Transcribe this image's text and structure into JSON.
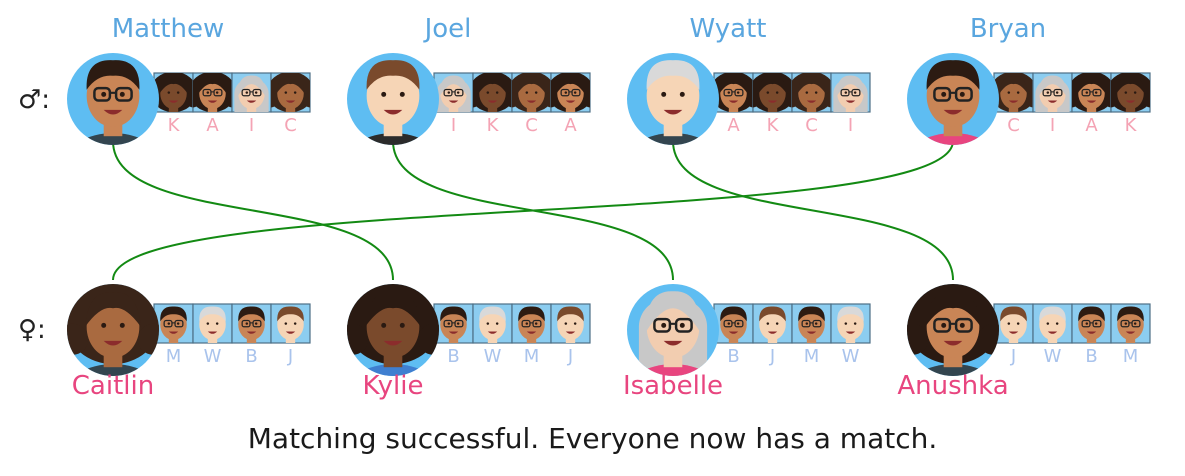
{
  "colors": {
    "man_name": "#5aa6df",
    "woman_name": "#e8457f",
    "man_pref_letter": "#f4a3b4",
    "woman_pref_letter": "#a9c3ec",
    "match_line": "#138a13",
    "avatar_bg": "#5ebdf2",
    "thumb_bg": "#8ccdf0",
    "thumb_border": "#4c6f85"
  },
  "gender_labels": {
    "men": "♂:",
    "women": "♀:"
  },
  "men": [
    {
      "name": "Matthew",
      "avatar": {
        "skin": "#c98556",
        "hair": "#2c1b12",
        "shirt": "#33454f",
        "glasses": true,
        "hair_style": "short"
      },
      "preferences": [
        {
          "letter": "K",
          "skin": "#7a4a2c",
          "hair": "#2a1a12",
          "shirt": "#3f7fd0",
          "glasses": false,
          "hair_style": "curly"
        },
        {
          "letter": "A",
          "skin": "#c98556",
          "hair": "#2a1a12",
          "shirt": "#33454f",
          "glasses": true,
          "hair_style": "curly"
        },
        {
          "letter": "I",
          "skin": "#f2cdb0",
          "hair": "#c8c8c8",
          "shirt": "#e8457f",
          "glasses": true,
          "hair_style": "long"
        },
        {
          "letter": "C",
          "skin": "#a96a40",
          "hair": "#3a2519",
          "shirt": "#33454f",
          "glasses": false,
          "hair_style": "curly"
        }
      ]
    },
    {
      "name": "Joel",
      "avatar": {
        "skin": "#f6d5b6",
        "hair": "#7a4a2c",
        "shirt": "#2b2b2b",
        "glasses": false,
        "hair_style": "short"
      },
      "preferences": [
        {
          "letter": "I",
          "skin": "#f2cdb0",
          "hair": "#c8c8c8",
          "shirt": "#e8457f",
          "glasses": true,
          "hair_style": "long"
        },
        {
          "letter": "K",
          "skin": "#7a4a2c",
          "hair": "#2a1a12",
          "shirt": "#3f7fd0",
          "glasses": false,
          "hair_style": "curly"
        },
        {
          "letter": "C",
          "skin": "#a96a40",
          "hair": "#3a2519",
          "shirt": "#33454f",
          "glasses": false,
          "hair_style": "curly"
        },
        {
          "letter": "A",
          "skin": "#c98556",
          "hair": "#2a1a12",
          "shirt": "#33454f",
          "glasses": true,
          "hair_style": "curly"
        }
      ]
    },
    {
      "name": "Wyatt",
      "avatar": {
        "skin": "#f6d5b6",
        "hair": "#d9d9d9",
        "shirt": "#33454f",
        "glasses": false,
        "hair_style": "short"
      },
      "preferences": [
        {
          "letter": "A",
          "skin": "#c98556",
          "hair": "#2a1a12",
          "shirt": "#33454f",
          "glasses": true,
          "hair_style": "curly"
        },
        {
          "letter": "K",
          "skin": "#7a4a2c",
          "hair": "#2a1a12",
          "shirt": "#3f7fd0",
          "glasses": false,
          "hair_style": "curly"
        },
        {
          "letter": "C",
          "skin": "#a96a40",
          "hair": "#3a2519",
          "shirt": "#33454f",
          "glasses": false,
          "hair_style": "curly"
        },
        {
          "letter": "I",
          "skin": "#f2cdb0",
          "hair": "#c8c8c8",
          "shirt": "#e8457f",
          "glasses": true,
          "hair_style": "long"
        }
      ]
    },
    {
      "name": "Bryan",
      "avatar": {
        "skin": "#c98556",
        "hair": "#2c1b12",
        "shirt": "#e8457f",
        "glasses": true,
        "hair_style": "short"
      },
      "preferences": [
        {
          "letter": "C",
          "skin": "#a96a40",
          "hair": "#3a2519",
          "shirt": "#33454f",
          "glasses": false,
          "hair_style": "curly"
        },
        {
          "letter": "I",
          "skin": "#f2cdb0",
          "hair": "#c8c8c8",
          "shirt": "#e8457f",
          "glasses": true,
          "hair_style": "long"
        },
        {
          "letter": "A",
          "skin": "#c98556",
          "hair": "#2a1a12",
          "shirt": "#33454f",
          "glasses": true,
          "hair_style": "curly"
        },
        {
          "letter": "K",
          "skin": "#7a4a2c",
          "hair": "#2a1a12",
          "shirt": "#3f7fd0",
          "glasses": false,
          "hair_style": "curly"
        }
      ]
    }
  ],
  "women": [
    {
      "name": "Caitlin",
      "avatar": {
        "skin": "#a96a40",
        "hair": "#3a2519",
        "shirt": "#33454f",
        "glasses": false,
        "hair_style": "curly"
      },
      "preferences": [
        {
          "letter": "M",
          "skin": "#c98556",
          "hair": "#2c1b12",
          "shirt": "#33454f",
          "glasses": true,
          "hair_style": "short"
        },
        {
          "letter": "W",
          "skin": "#f6d5b6",
          "hair": "#d9d9d9",
          "shirt": "#33454f",
          "glasses": false,
          "hair_style": "short"
        },
        {
          "letter": "B",
          "skin": "#c98556",
          "hair": "#2c1b12",
          "shirt": "#e8457f",
          "glasses": true,
          "hair_style": "short"
        },
        {
          "letter": "J",
          "skin": "#f6d5b6",
          "hair": "#7a4a2c",
          "shirt": "#2b2b2b",
          "glasses": false,
          "hair_style": "short"
        }
      ]
    },
    {
      "name": "Kylie",
      "avatar": {
        "skin": "#7a4a2c",
        "hair": "#2a1a12",
        "shirt": "#3f7fd0",
        "glasses": false,
        "hair_style": "curly"
      },
      "preferences": [
        {
          "letter": "B",
          "skin": "#c98556",
          "hair": "#2c1b12",
          "shirt": "#e8457f",
          "glasses": true,
          "hair_style": "short"
        },
        {
          "letter": "W",
          "skin": "#f6d5b6",
          "hair": "#d9d9d9",
          "shirt": "#33454f",
          "glasses": false,
          "hair_style": "short"
        },
        {
          "letter": "M",
          "skin": "#c98556",
          "hair": "#2c1b12",
          "shirt": "#33454f",
          "glasses": true,
          "hair_style": "short"
        },
        {
          "letter": "J",
          "skin": "#f6d5b6",
          "hair": "#7a4a2c",
          "shirt": "#2b2b2b",
          "glasses": false,
          "hair_style": "short"
        }
      ]
    },
    {
      "name": "Isabelle",
      "avatar": {
        "skin": "#f2cdb0",
        "hair": "#c8c8c8",
        "shirt": "#e8457f",
        "glasses": true,
        "hair_style": "long"
      },
      "preferences": [
        {
          "letter": "B",
          "skin": "#c98556",
          "hair": "#2c1b12",
          "shirt": "#e8457f",
          "glasses": true,
          "hair_style": "short"
        },
        {
          "letter": "J",
          "skin": "#f6d5b6",
          "hair": "#7a4a2c",
          "shirt": "#2b2b2b",
          "glasses": false,
          "hair_style": "short"
        },
        {
          "letter": "M",
          "skin": "#c98556",
          "hair": "#2c1b12",
          "shirt": "#33454f",
          "glasses": true,
          "hair_style": "short"
        },
        {
          "letter": "W",
          "skin": "#f6d5b6",
          "hair": "#d9d9d9",
          "shirt": "#33454f",
          "glasses": false,
          "hair_style": "short"
        }
      ]
    },
    {
      "name": "Anushka",
      "avatar": {
        "skin": "#c98556",
        "hair": "#2a1a12",
        "shirt": "#33454f",
        "glasses": true,
        "hair_style": "curly"
      },
      "preferences": [
        {
          "letter": "J",
          "skin": "#f6d5b6",
          "hair": "#7a4a2c",
          "shirt": "#2b2b2b",
          "glasses": false,
          "hair_style": "short"
        },
        {
          "letter": "W",
          "skin": "#f6d5b6",
          "hair": "#d9d9d9",
          "shirt": "#33454f",
          "glasses": false,
          "hair_style": "short"
        },
        {
          "letter": "B",
          "skin": "#c98556",
          "hair": "#2c1b12",
          "shirt": "#e8457f",
          "glasses": true,
          "hair_style": "short"
        },
        {
          "letter": "M",
          "skin": "#c98556",
          "hair": "#2c1b12",
          "shirt": "#33454f",
          "glasses": true,
          "hair_style": "short"
        }
      ]
    }
  ],
  "matches": [
    {
      "man": "Matthew",
      "woman": "Kylie"
    },
    {
      "man": "Joel",
      "woman": "Isabelle"
    },
    {
      "man": "Wyatt",
      "woman": "Anushka"
    },
    {
      "man": "Bryan",
      "woman": "Caitlin"
    }
  ],
  "status_message": "Matching successful. Everyone now has a match."
}
